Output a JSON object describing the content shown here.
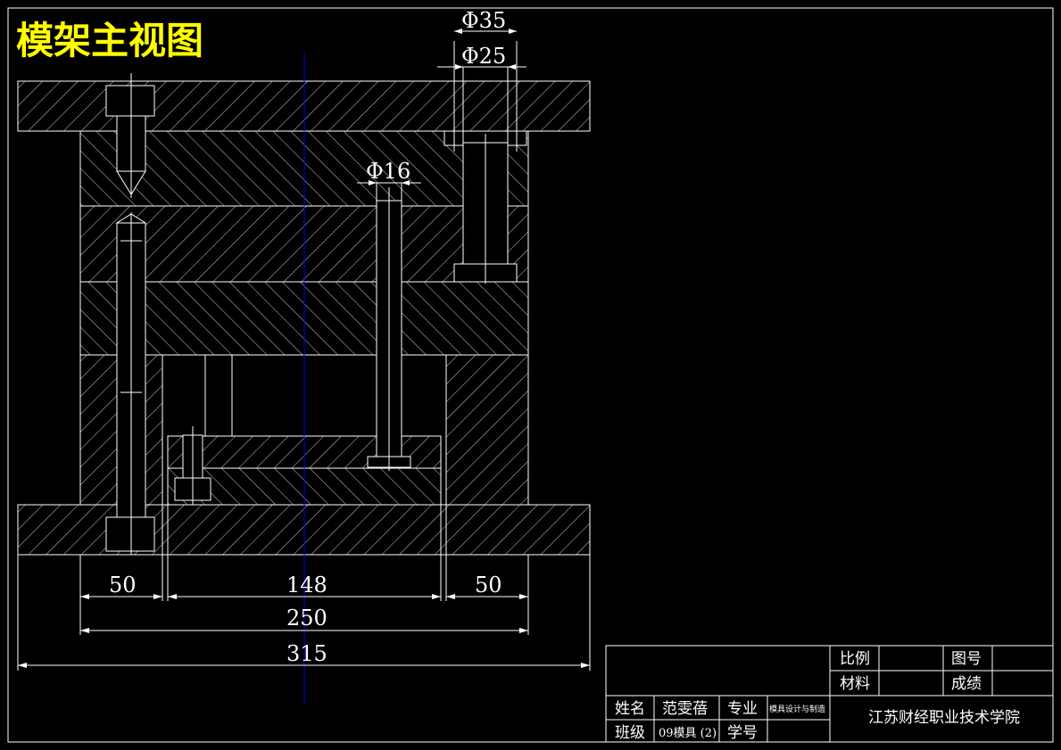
{
  "drawing_title": "模架主视图",
  "dimensions": {
    "d35": "Φ35",
    "d25": "Φ25",
    "d16": "Φ16",
    "w50_left": "50",
    "w148": "148",
    "w50_right": "50",
    "w250": "250",
    "w315": "315"
  },
  "title_block": {
    "scale_label": "比例",
    "drawing_no_label": "图号",
    "material_label": "材料",
    "grade_label": "成绩",
    "name_label": "姓名",
    "name_value": "范雯蓓",
    "major_label": "专业",
    "major_value": "模具设计与制造",
    "class_label": "班级",
    "class_value": "09模具 (2)",
    "student_no_label": "学号",
    "school": "江苏财经职业技术学院"
  },
  "colors": {
    "background": "#000000",
    "lines": "#ffffff",
    "title": "#ffff00",
    "centerline": "#0000ff"
  }
}
